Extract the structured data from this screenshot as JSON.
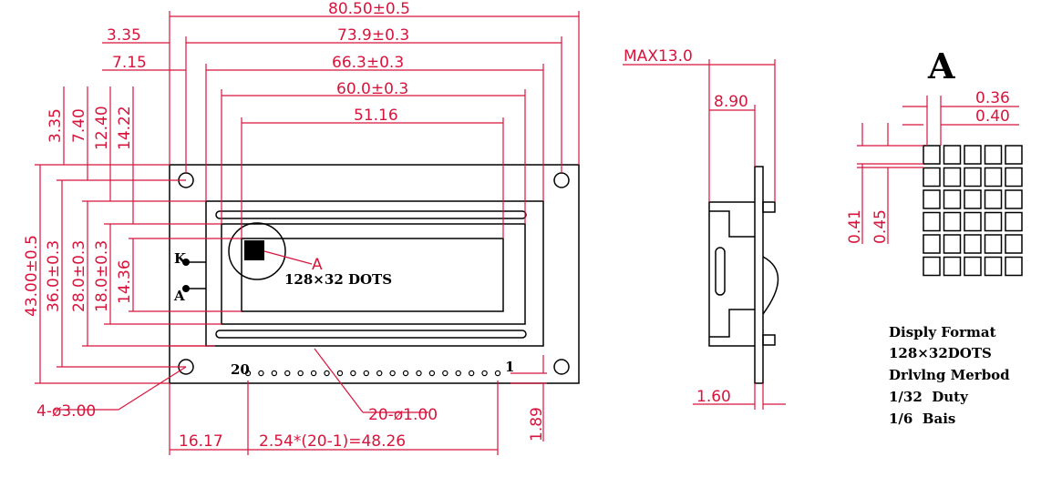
{
  "front_view": {
    "dim_width": "80.50±0.5",
    "dim_hole_pitch": "73.9±0.3",
    "dim_viewing": "66.3±0.3",
    "dim_active": "60.0±0.3",
    "dim_dots_width": "51.16",
    "dim_hole_x": "3.35",
    "dim_view_x": "7.15",
    "dim_v_335": "3.35",
    "dim_v_740": "7.40",
    "dim_v_1240": "12.40",
    "dim_v_1422": "14.22",
    "dim_height": "43.00±0.5",
    "dim_hole_pitch_v": "36.0±0.3",
    "dim_view_h": "28.0±0.3",
    "dim_active_h": "18.0±0.3",
    "dim_dots_h": "14.36",
    "dots_label": "128×32 DOTS",
    "detail_marker": "A",
    "pin_k": "K",
    "pin_a": "A",
    "pin_20": "20",
    "pin_1": "1",
    "holes_note": "4-ø3.00",
    "pins_note": "20-ø1.00",
    "dim_pin_offset": "16.17",
    "dim_pin_pitch": "2.54*(20-1)=48.26",
    "dim_pin_y": "1.89"
  },
  "side_view": {
    "dim_max": "MAX13.0",
    "dim_890": "8.90",
    "dim_160": "1.60"
  },
  "detail_view": {
    "title": "A",
    "dim_036": "0.36",
    "dim_040": "0.40",
    "dim_041": "0.41",
    "dim_045": "0.45",
    "grid_cols": 5,
    "grid_rows": 6
  },
  "spec_notes": {
    "line1": "Disply Format",
    "line2": "128×32DOTS",
    "line3": "Drlvlng Merbod",
    "line4": "1/32  Duty",
    "line5": "1/6  Bais"
  }
}
